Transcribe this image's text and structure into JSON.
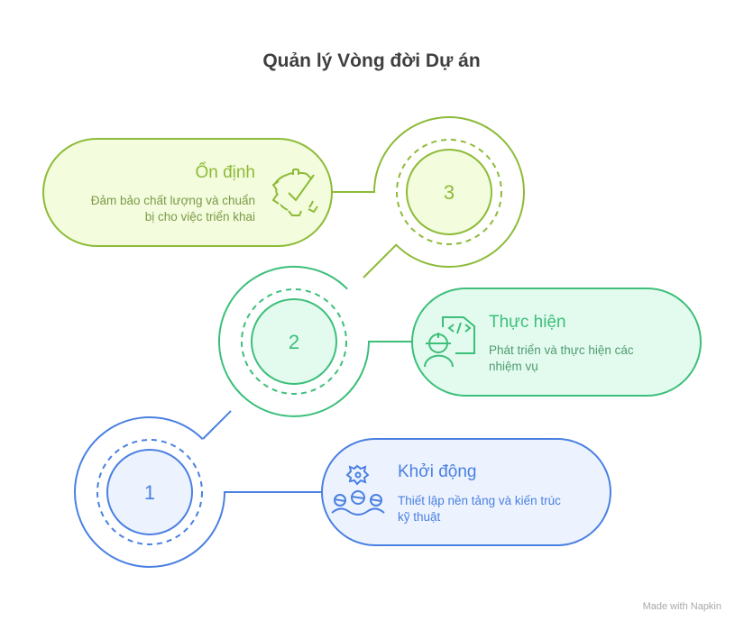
{
  "title": "Quản lý Vòng đời Dự án",
  "stages": [
    {
      "number": "1",
      "heading": "Khởi động",
      "desc_lines": [
        "Thiết lập nền tảng và kiến trúc",
        "kỹ thuật"
      ],
      "icon": "team-gear-icon",
      "color": "#4a80e2",
      "fill": "#edf3fe"
    },
    {
      "number": "2",
      "heading": "Thực hiện",
      "desc_lines": [
        "Phát triển và thực hiện các",
        "nhiệm vụ"
      ],
      "icon": "developer-code-icon",
      "color": "#3cbf7a",
      "fill": "#e3fbef"
    },
    {
      "number": "3",
      "heading": "Ổn định",
      "desc_lines": [
        "Đảm bảo chất lượng và chuẩn",
        "bị cho việc triển khai"
      ],
      "icon": "gear-check-icon",
      "color": "#8dbb38",
      "fill": "#f3fcdc"
    }
  ],
  "footer": "Made with Napkin"
}
